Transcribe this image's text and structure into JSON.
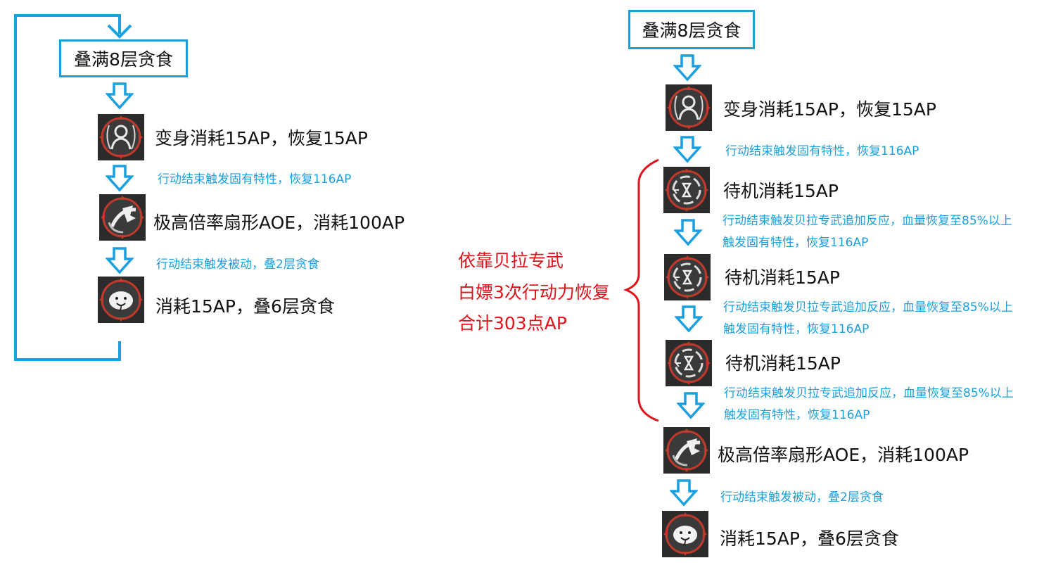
{
  "left": {
    "start_box": "叠满8层贪食",
    "steps": [
      {
        "icon": "transform-figure-icon",
        "label": "变身消耗15AP，恢复15AP",
        "note": "行动结束触发固有特性，恢复116AP"
      },
      {
        "icon": "fan-aoe-icon",
        "label": "极高倍率扇形AOE，消耗100AP",
        "note": "行动结束触发被动，叠2层贪食"
      },
      {
        "icon": "devour-face-icon",
        "label": "消耗15AP，叠6层贪食"
      }
    ]
  },
  "annotation": {
    "lines": [
      "依靠贝拉专武",
      "白嫖3次行动力恢复",
      "合计303点AP"
    ]
  },
  "right": {
    "start_box": "叠满8层贪食",
    "steps": [
      {
        "icon": "transform-figure-icon",
        "label": "变身消耗15AP，恢复15AP",
        "note": "行动结束触发固有特性，恢复116AP"
      },
      {
        "icon": "hourglass-wait-icon",
        "label": "待机消耗15AP",
        "note": "行动结束触发贝拉专武追加反应，血量恢复至85%以上",
        "note2": "触发固有特性，恢复116AP"
      },
      {
        "icon": "hourglass-wait-icon",
        "label": "待机消耗15AP",
        "note": "行动结束触发贝拉专武追加反应，血量恢复至85%以上",
        "note2": "触发固有特性，恢复116AP"
      },
      {
        "icon": "hourglass-wait-icon",
        "label": "待机消耗15AP",
        "note": "行动结束触发贝拉专武追加反应，血量恢复至85%以上",
        "note2": "触发固有特性，恢复116AP"
      },
      {
        "icon": "fan-aoe-icon",
        "label": "极高倍率扇形AOE，消耗100AP",
        "note": "行动结束触发被动，叠2层贪食"
      },
      {
        "icon": "devour-face-icon",
        "label": "消耗15AP，叠6层贪食"
      }
    ]
  },
  "colors": {
    "accent": "#1aa0e0",
    "annotation": "#e0131a",
    "icon_bg": "#2a2a2a",
    "icon_ring": "#b0342a"
  }
}
